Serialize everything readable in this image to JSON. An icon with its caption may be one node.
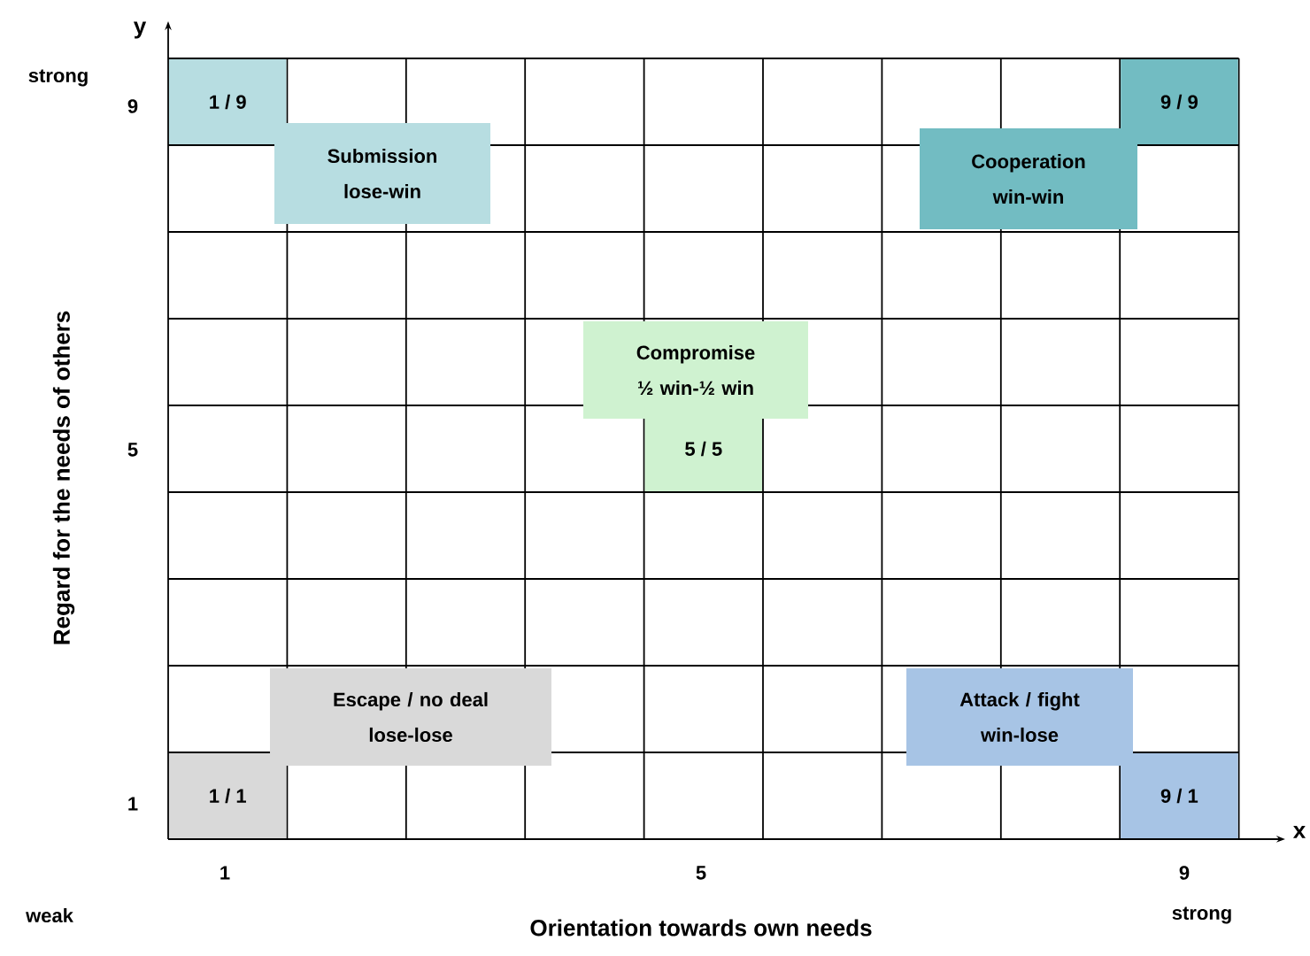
{
  "diagram": {
    "nodes": [
      {
        "text": [
          "1 / 9"
        ]
      },
      {
        "text": [
          "9 / 9"
        ]
      },
      {
        "text": [
          "Submission",
          "lose-win"
        ]
      },
      {
        "text": [
          "Cooperation",
          "win-win"
        ]
      },
      {
        "text": [
          "Compromise",
          "½ win-½ win"
        ]
      },
      {
        "text": [
          "5 / 5"
        ]
      },
      {
        "text": [
          "Escape / no deal",
          "lose-lose"
        ]
      },
      {
        "text": [
          "Attack / fight",
          "win-lose"
        ]
      },
      {
        "text": [
          "1 / 1"
        ]
      },
      {
        "text": [
          "9 / 1"
        ]
      }
    ],
    "edges": [],
    "labels": [
      "y",
      "strong",
      "9",
      "5",
      "Regard for the needs of others",
      "1",
      "x",
      "1",
      "5",
      "9",
      "weak",
      "strong",
      "Orientation towards own needs"
    ]
  }
}
